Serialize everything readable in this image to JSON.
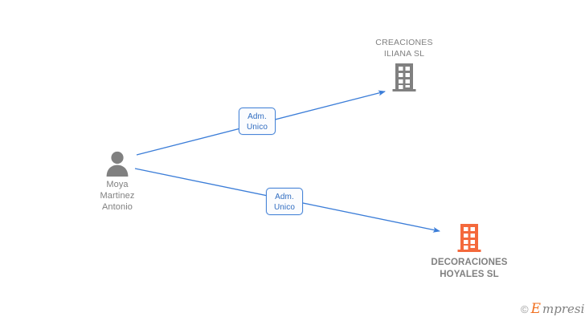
{
  "diagram": {
    "type": "org-relationship-graph",
    "background_color": "#ffffff",
    "person": {
      "name": "Moya\nMartinez\nAntonio",
      "icon": "person-avatar-icon",
      "icon_color": "#808080",
      "text_color": "#808080"
    },
    "companies": [
      {
        "id": "creaciones-iliana",
        "name": "CREACIONES\nILIANA SL",
        "icon": "building-icon",
        "icon_color": "#808080",
        "text_color": "#808080",
        "label_position": "above",
        "bold": false
      },
      {
        "id": "decoraciones-hoyales",
        "name": "DECORACIONES\nHOYALES SL",
        "icon": "building-icon",
        "icon_color": "#f4693c",
        "text_color": "#808080",
        "label_position": "below",
        "bold": true
      }
    ],
    "edges": [
      {
        "id": "edge-1",
        "from": "Moya Martinez Antonio",
        "to": "CREACIONES ILIANA SL",
        "label": "Adm.\nUnico",
        "color": "#4a86d8"
      },
      {
        "id": "edge-2",
        "from": "Moya Martinez Antonio",
        "to": "DECORACIONES HOYALES SL",
        "label": "Adm.\nUnico",
        "color": "#4a86d8"
      }
    ],
    "watermark": {
      "copyright_symbol": "©",
      "brand_initial": "E",
      "brand_rest": "mpresia",
      "initial_color": "#f07020",
      "text_color": "#808080"
    }
  }
}
